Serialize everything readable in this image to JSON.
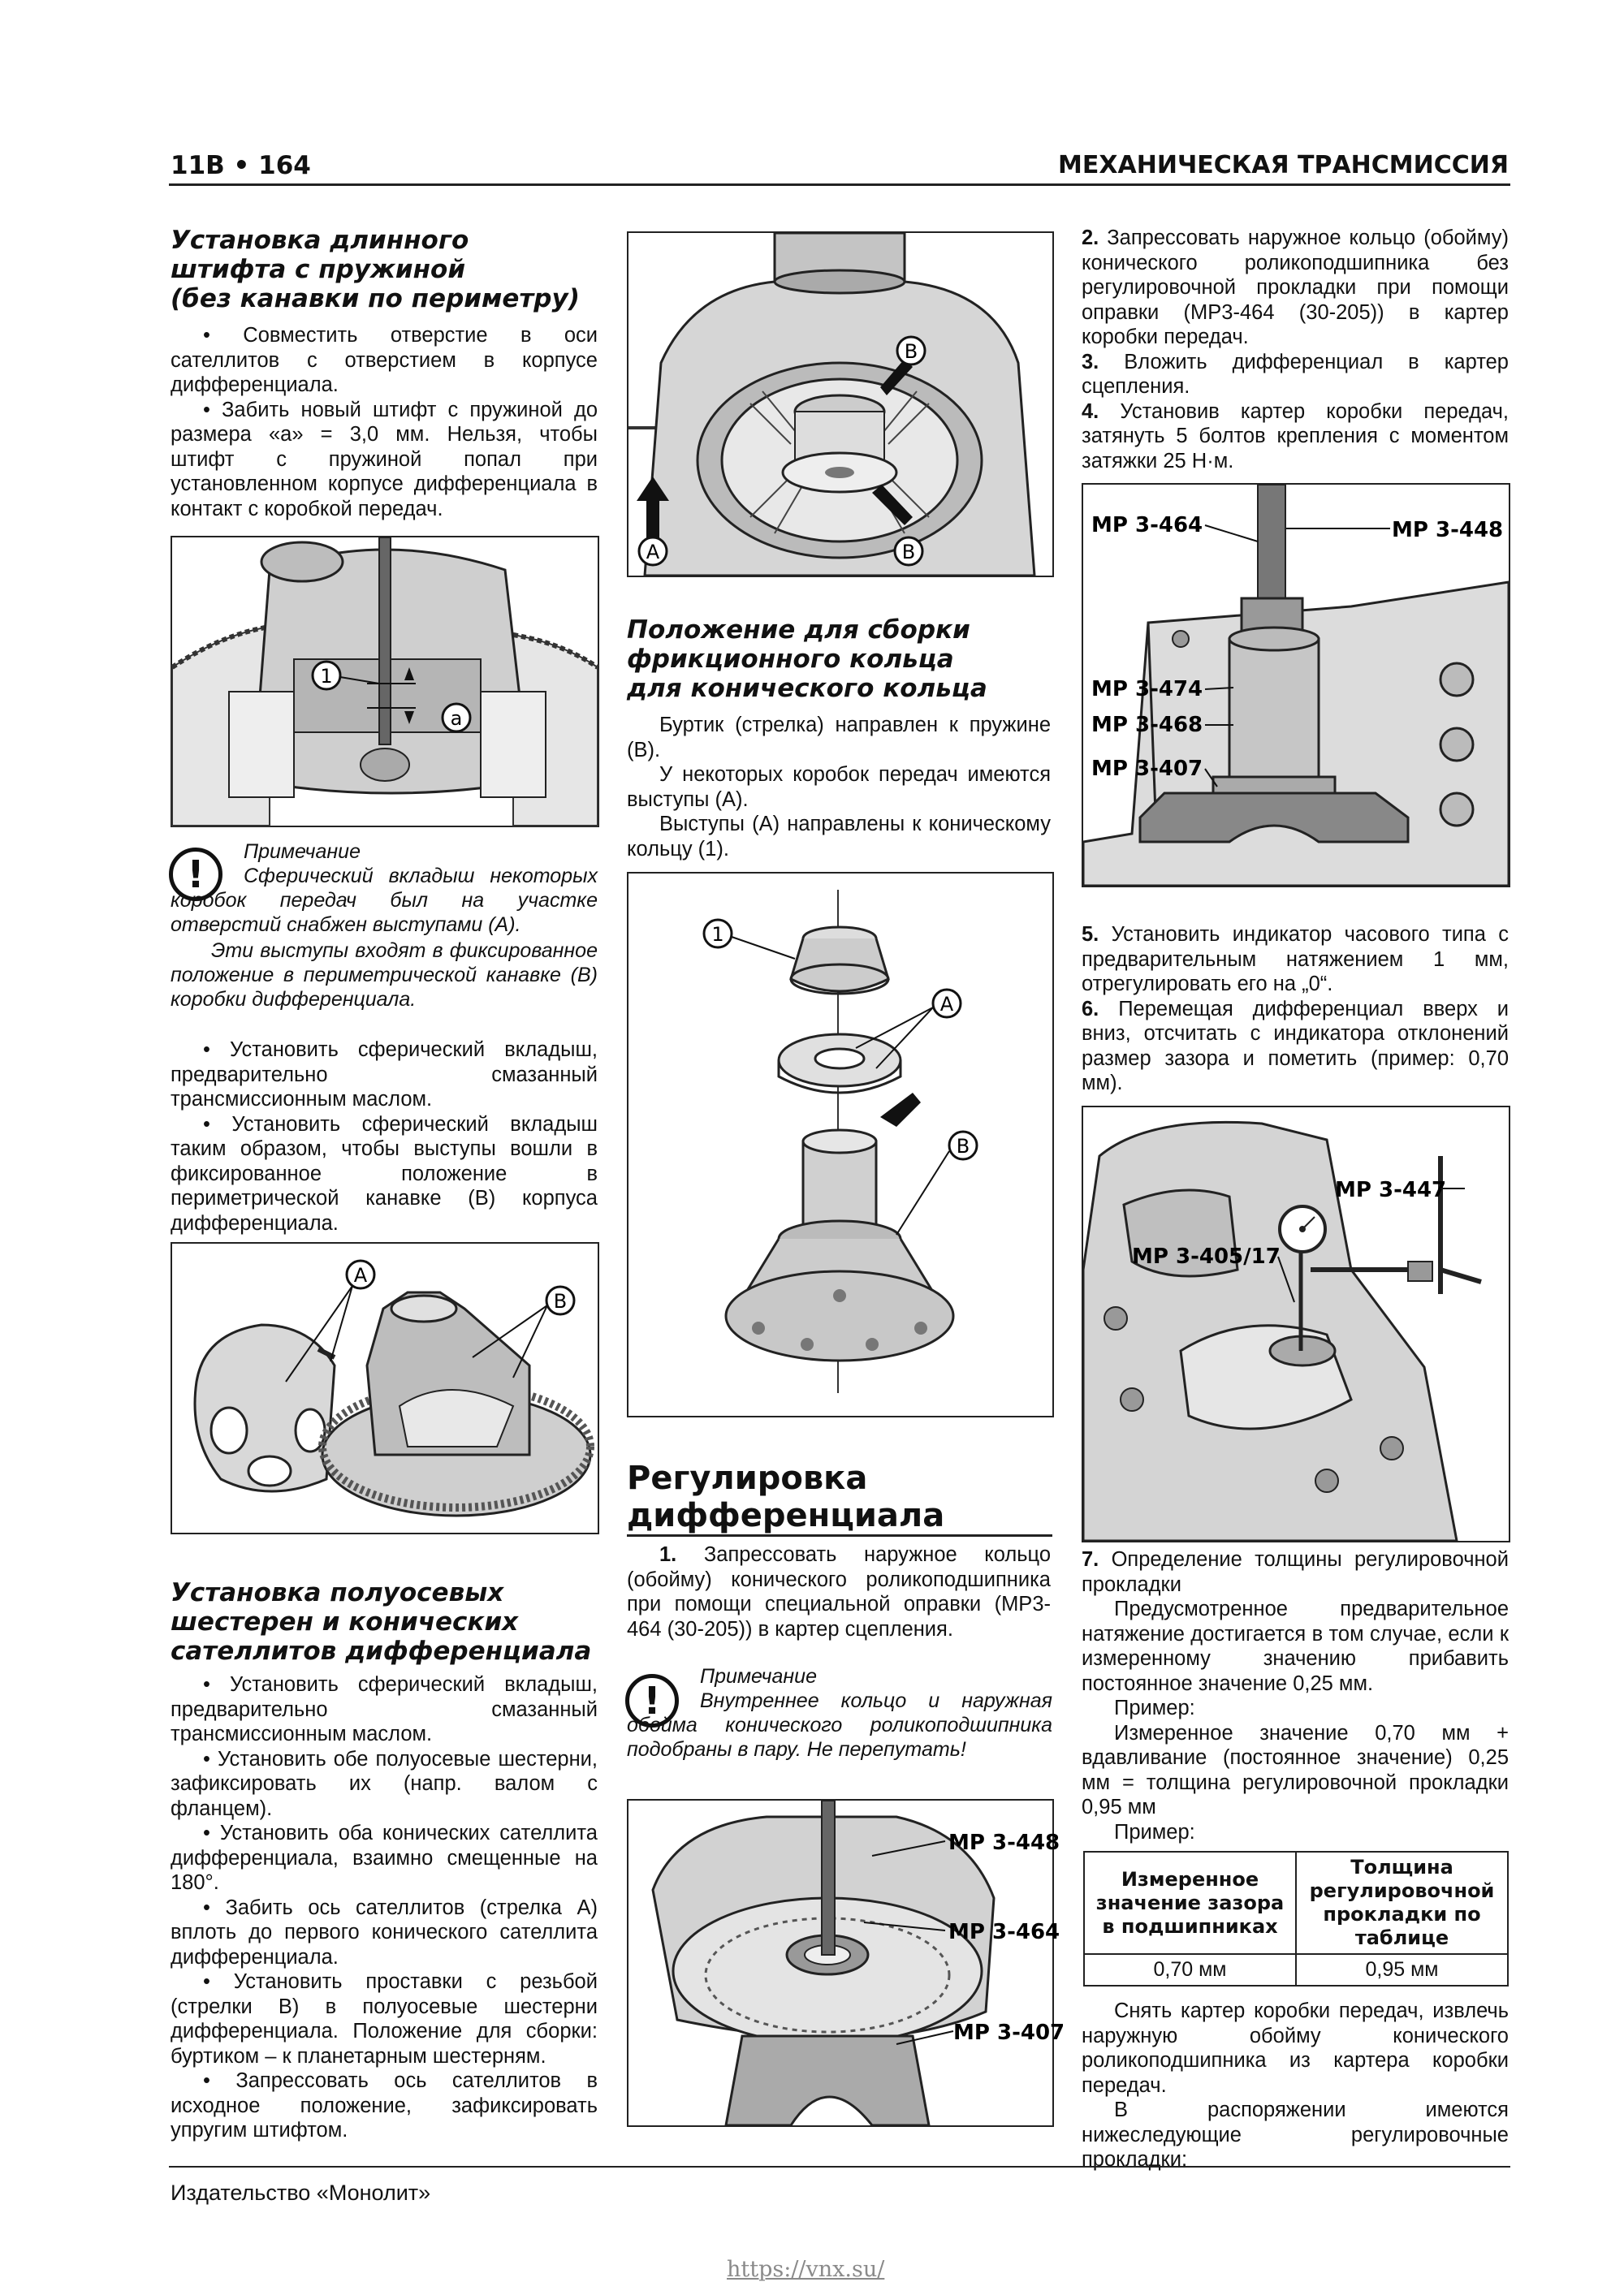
{
  "header": {
    "page_label": "11В • 164",
    "section_title": "МЕХАНИЧЕСКАЯ ТРАНСМИССИЯ"
  },
  "col1": {
    "heading1": [
      "Установка длинного",
      "штифта с пружиной",
      "(без канавки по периметру)"
    ],
    "paras1": [
      "Совместить отверстие в оси сателлитов с отверстием в корпусе дифференциала.",
      "Забить новый штифт с пружиной до размера «а» = 3,0 мм. Нельзя, чтобы штифт с пружиной попал при установленном корпусе дифференциала в контакт с коробкой передач."
    ],
    "fig1_labels": [
      "1",
      "a"
    ],
    "note": {
      "title": "Примечание",
      "body1": "Сферический вкладыш некоторых коробок передач был на участке отверстий снабжен выступами (А).",
      "body2": "Эти выступы входят в фиксированное положение в периметрической канавке (В) коробки дифференциала."
    },
    "paras2": [
      "Установить сферический вкладыш, предварительно смазанный трансмиссионным маслом.",
      "Установить сферический вкладыш таким образом, чтобы выступы вошли в фиксированное положение в периметрической канавке (В) корпуса дифференциала."
    ],
    "fig2_labels": [
      "A",
      "B"
    ],
    "heading2": [
      "Установка полуосевых",
      "шестерен и конических",
      "сателлитов дифференциала"
    ],
    "paras3": [
      "Установить сферический вкладыш, предварительно смазанный трансмиссионным маслом.",
      "Установить обе полуосевые шестерни, зафиксировать их (напр. валом с фланцем).",
      "Установить оба конических сателлита дифференциала, взаимно смещенные на 180°.",
      "Забить ось сателлитов (стрелка А) вплоть до первого конического сателлита дифференциала.",
      "Установить проставки с резьбой (стрелки В) в полуосевые шестерни дифференциала. Положение для сборки: буртиком – к планетарным шестерням.",
      "Запрессовать ось сателлитов в исходное положение, зафиксировать упругим штифтом."
    ]
  },
  "col2": {
    "fig3_labels": [
      "B",
      "A",
      "B"
    ],
    "heading1": [
      "Положение для сборки",
      "фрикционного кольца",
      "для конического кольца"
    ],
    "paras1": [
      "Буртик (стрелка) направлен к пружине (В).",
      "У некоторых коробок передач имеются выступы (А).",
      "Выступы (А) направлены к коническому кольцу (1)."
    ],
    "fig4_labels": [
      "1",
      "A",
      "B"
    ],
    "heading2": [
      "Регулировка",
      "дифференциала"
    ],
    "step1_num": "1.",
    "step1": "Запрессовать наружное кольцо (обойму) конического роликоподшипника при помощи специальной оправки (МР3-464 (30-205)) в картер сцепления.",
    "note": {
      "title": "Примечание",
      "body": "Внутреннее кольцо и наружная обойма конического роликоподшипника подобраны в пару. Не перепутать!"
    },
    "fig5_labels": [
      "MP 3-448",
      "MP 3-464",
      "MP 3-407"
    ]
  },
  "col3": {
    "step2_num": "2.",
    "step2": "Запрессовать наружное кольцо (обойму) конического роликоподшипника без регулировочной прокладки при помощи оправки (МР3-464 (30-205)) в картер коробки передач.",
    "step3_num": "3.",
    "step3": "Вложить дифференциал в картер сцепления.",
    "step4_num": "4.",
    "step4": "Установив картер коробки передач, затянуть 5 болтов крепления с моментом затяжки 25 Н·м.",
    "fig6_labels": [
      "MP 3-464",
      "MP 3-448",
      "MP 3-474",
      "MP 3-468",
      "MP 3-407"
    ],
    "step5_num": "5.",
    "step5": "Установить индикатор часового типа с предварительным натяжением 1 мм, отрегулировать его на „0“.",
    "step6_num": "6.",
    "step6": "Перемещая дифференциал вверх и вниз, отсчитать с индикатора отклонений размер зазора и пометить (пример: 0,70 мм).",
    "fig7_labels": [
      "MP 3-447",
      "MP 3-405/17"
    ],
    "step7_num": "7.",
    "step7": "Определение толщины регулировочной прокладки",
    "paras": [
      "Предусмотренное предварительное натяжение достигается в том случае, если к измеренному значению прибавить постоянное значение 0,25 мм.",
      "Пример:",
      "Измеренное значение 0,70 мм + вдавливание (постоянное значение) 0,25 мм = толщина регулировочной прокладки 0,95 мм",
      "Пример:"
    ],
    "table": {
      "headers": [
        "Измеренное значение зазора в подшипниках",
        "Толщина регулировочной прокладки по таблице"
      ],
      "row": [
        "0,70 мм",
        "0,95 мм"
      ]
    },
    "paras_after": [
      "Снять картер коробки передач, извлечь наружную обойму конического роликоподшипника из картера коробки передач.",
      "В распоряжении имеются нижеследующие регулировочные прокладки:"
    ]
  },
  "footer": {
    "publisher": "Издательство «Монолит»",
    "url": "https://vnx.su/"
  }
}
